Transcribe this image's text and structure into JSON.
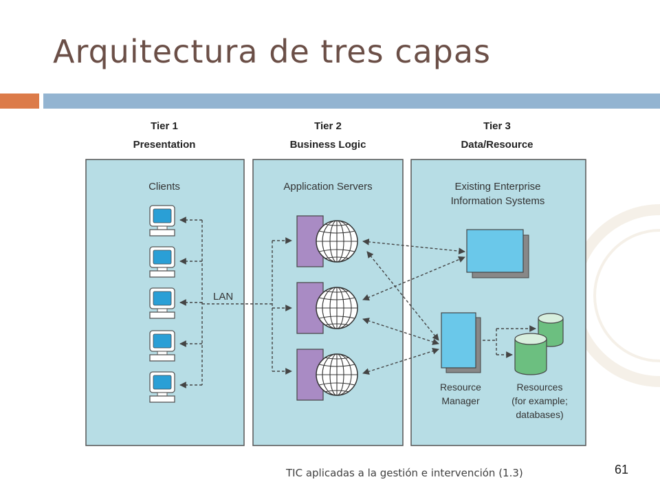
{
  "slide": {
    "title": "Arquitectura de tres capas",
    "footer": "TIC aplicadas a la gestión e intervención (1.3)",
    "page_number": "61"
  },
  "diagram": {
    "tiers": [
      {
        "number": "Tier 1",
        "name": "Presentation",
        "section": "Clients"
      },
      {
        "number": "Tier 2",
        "name": "Business Logic",
        "section": "Application Servers"
      },
      {
        "number": "Tier 3",
        "name": "Data/Resource",
        "section_lines": [
          "Existing Enterprise",
          "Information Systems"
        ]
      }
    ],
    "lan_label": "LAN",
    "resource_manager_lines": [
      "Resource",
      "Manager"
    ],
    "resources_lines": [
      "Resources",
      "(for example;",
      "databases)"
    ]
  },
  "colors": {
    "tier_fill": "#b7dde5",
    "monitor_screen": "#2a9fd6",
    "server_box": "#a98bc4",
    "eis_box": "#6ac8ea",
    "database": "#6cbf80",
    "title": "#6b4f47",
    "accent_orange": "#dc7b49",
    "accent_blue": "#93b4d1"
  }
}
